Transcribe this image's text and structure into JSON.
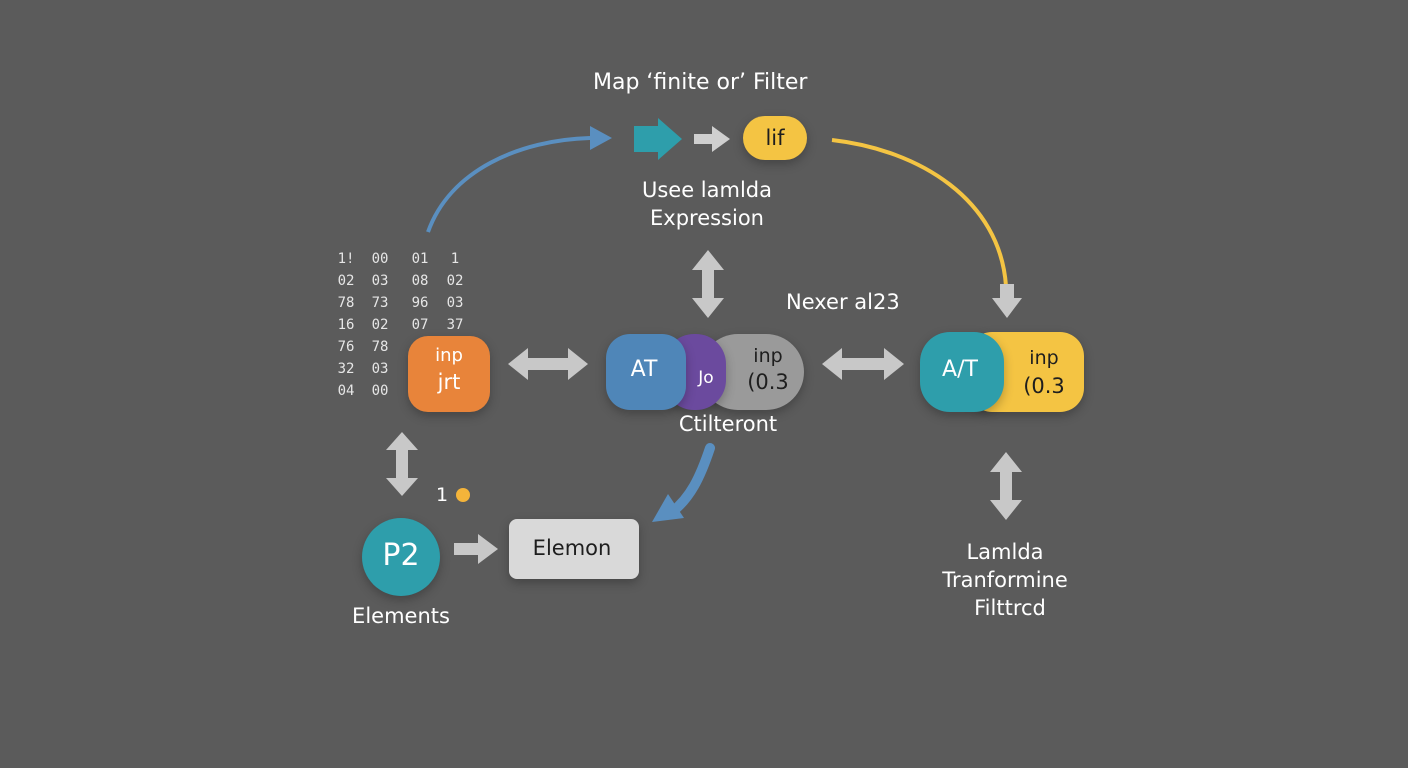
{
  "diagram": {
    "title": "Map ‘finite or’ Filter",
    "top_pill": "lif",
    "top_caption": [
      "Usee lamlda",
      "Expression"
    ],
    "mid_label": "Nexer al23",
    "left_node": {
      "line1": "inp",
      "line2": "jrt"
    },
    "center_node": {
      "left": "AT",
      "mid": "Jo",
      "right1": "inp",
      "right2": "(0.3",
      "caption": "Ctilteront"
    },
    "right_node": {
      "left": "A/T",
      "right1": "inp",
      "right2": "(0.3"
    },
    "right_caption": [
      "Lamlda",
      "Tranformine",
      "Filttrcd"
    ],
    "number_grid": [
      [
        "1!",
        "00",
        "01",
        "1"
      ],
      [
        "02",
        "03",
        "08",
        "02"
      ],
      [
        "78",
        "73",
        "96",
        "03"
      ],
      [
        "16",
        "02",
        "07",
        "37"
      ],
      [
        "76",
        "78",
        "",
        ""
      ],
      [
        "32",
        "03",
        "",
        ""
      ],
      [
        "04",
        "00",
        "",
        ""
      ]
    ],
    "small_number": "1",
    "element_icon_text": "P2",
    "element_caption": "Elements",
    "element_box": "Elemon",
    "colors": {
      "background": "#5b5b5b",
      "orange": "#e8843a",
      "blue": "#4f86b8",
      "teal": "#2e9eab",
      "purple": "#6b4a9e",
      "yellow": "#f4c443",
      "gray_pill": "#9a9a9a",
      "light_box": "#d9d9d9",
      "arrow_gray": "#c8c8c8"
    }
  }
}
